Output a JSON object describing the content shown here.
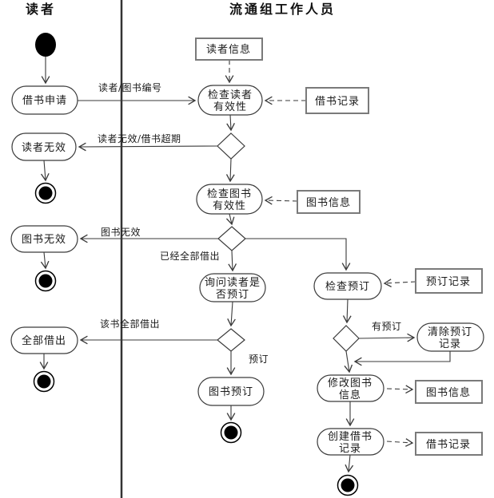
{
  "lanes": {
    "left_title": "读者",
    "right_title": "流通组工作人员"
  },
  "activities": {
    "borrow_apply": {
      "label": "借书申请"
    },
    "check_reader": {
      "line1": "检查读者",
      "line2": "有效性"
    },
    "reader_invalid": {
      "label": "读者无效"
    },
    "check_book": {
      "line1": "检查图书",
      "line2": "有效性"
    },
    "book_invalid": {
      "label": "图书无效"
    },
    "ask_reader_reserve": {
      "line1": "询问读者是",
      "line2": "否预订"
    },
    "check_reserve": {
      "label": "检查预订"
    },
    "all_borrowed": {
      "label": "全部借出"
    },
    "clear_reserve_record": {
      "line1": "清除预订",
      "line2": "记录"
    },
    "book_reserve": {
      "label": "图书预订"
    },
    "modify_book_info": {
      "line1": "修改图书",
      "line2": "信息"
    },
    "create_borrow_record": {
      "line1": "创建借书",
      "line2": "记录"
    }
  },
  "data_objects": {
    "reader_info": {
      "label": "读者信息"
    },
    "borrow_record_top": {
      "label": "借书记录"
    },
    "book_info_mid": {
      "label": "图书信息"
    },
    "reserve_record": {
      "label": "预订记录"
    },
    "book_info_bottom": {
      "label": "图书信息"
    },
    "borrow_record_bottom": {
      "label": "借书记录"
    }
  },
  "edge_labels": {
    "reader_book_id": "读者/图书编号",
    "reader_invalid_or_overdue": "读者无效/借书超期",
    "book_invalid": "图书无效",
    "already_all_borrowed": "已经全部借出",
    "this_book_all_borrowed": "该书全部借出",
    "has_reserve": "有预订",
    "reserve": "预订"
  },
  "colors": {
    "line": "#3a3a3a",
    "object_box_border": "#7a7a7a",
    "text": "#1a1a1a",
    "node_fill": "#ffffff",
    "terminal_fill": "#000000",
    "background": "#ffffff"
  }
}
